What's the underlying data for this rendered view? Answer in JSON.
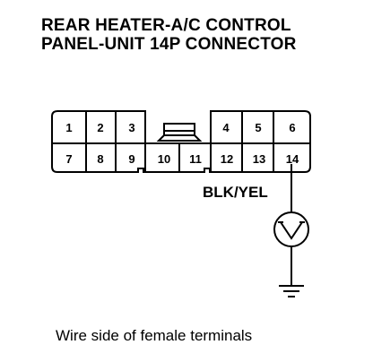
{
  "title": {
    "line1": "REAR HEATER-A/C CONTROL",
    "line2": "PANEL-UNIT 14P CONNECTOR"
  },
  "connector": {
    "top_row": [
      "1",
      "2",
      "3",
      "",
      "4",
      "5",
      "6"
    ],
    "bottom_row": [
      "7",
      "8",
      "9",
      "10",
      "11",
      "12",
      "13",
      "14"
    ]
  },
  "wire": {
    "label": "BLK/YEL",
    "terminal": "14",
    "meter_icon": "voltmeter-icon",
    "ground_icon": "ground-icon"
  },
  "caption": "Wire side of female terminals"
}
